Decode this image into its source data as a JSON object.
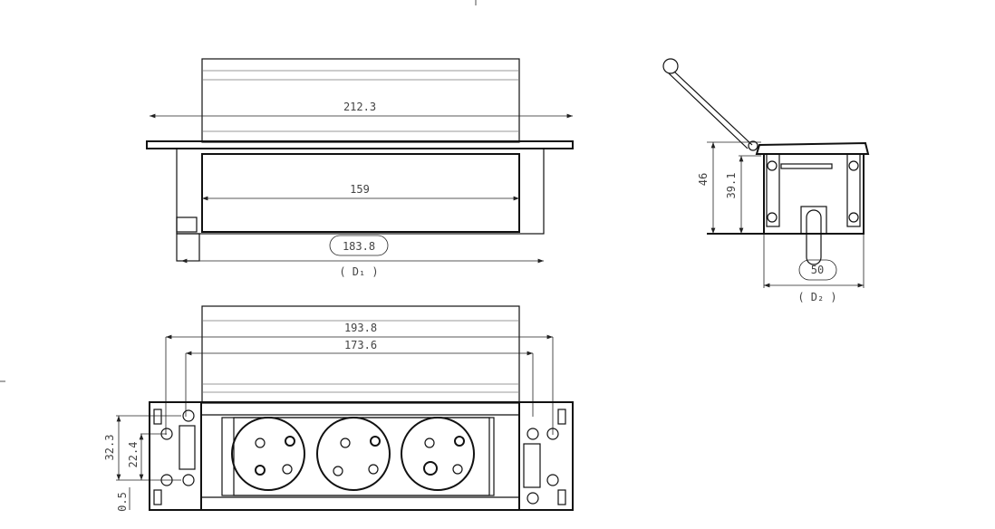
{
  "top_view": {
    "dim_overall": "212.3",
    "dim_inner": "159",
    "dim_base": "183.8",
    "dim_ref": "( D₁ )"
  },
  "front_view": {
    "dim_outer": "193.8",
    "dim_inner": "173.6",
    "dim_v1": "32.3",
    "dim_v2": "22.4",
    "dim_v3": "0.5"
  },
  "side_view": {
    "dim_height": "46",
    "dim_inner_height": "39.1",
    "dim_width": "50",
    "dim_ref": "( D₂ )"
  }
}
